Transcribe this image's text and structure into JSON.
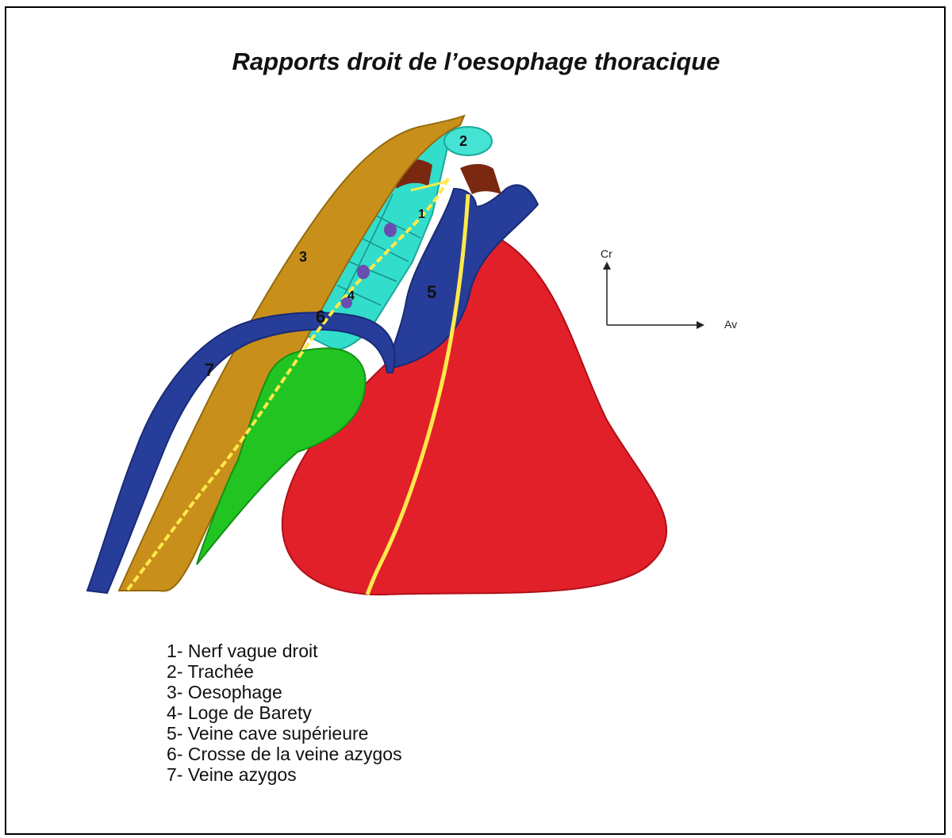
{
  "title": "Rapports droit de l’oesophage thoracique",
  "orientation": {
    "cranial": "Cr",
    "anterior": "Av"
  },
  "markers": [
    "1",
    "2",
    "3",
    "4",
    "5",
    "6",
    "7"
  ],
  "legend": [
    "1- Nerf vague droit",
    "2- Trachée",
    "3- Oesophage",
    "4- Loge de Barety",
    "5- Veine cave supérieure",
    "6- Crosse de la veine azygos",
    "7- Veine azygos"
  ],
  "colors": {
    "esophagus": "#c8901a",
    "trachea": "#33ddcc",
    "vein": "#263d99",
    "heart": "#e1202a",
    "barety": "#22c422",
    "nerve": "#ffe94a",
    "bronchus": "#7a2810",
    "node": "#6a4db0"
  }
}
